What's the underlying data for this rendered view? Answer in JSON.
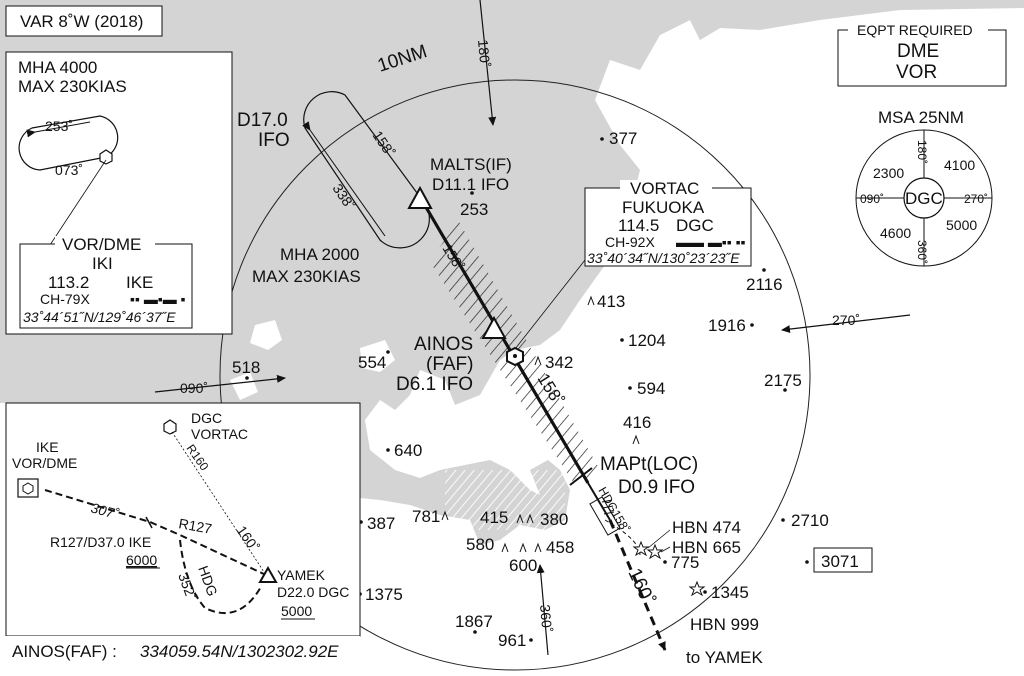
{
  "header": {
    "variation": "VAR 8˚W (2018)",
    "eqpt_title": "EQPT REQUIRED",
    "eqpt_items": [
      "DME",
      "VOR"
    ]
  },
  "msa": {
    "title": "MSA 25NM",
    "center": "DGC",
    "sectors": [
      "2300",
      "4100",
      "4600",
      "5000"
    ],
    "radials": [
      "180˚",
      "090˚",
      "270˚",
      "360˚"
    ]
  },
  "vortac_box": {
    "title": "VORTAC",
    "name": "FUKUOKA",
    "freq": "114.5",
    "ident": "DGC",
    "channel": "CH-92X",
    "coord": "33˚40´34˝N/130˚23´23˝E"
  },
  "vordme_box": {
    "title": "VOR/DME",
    "name": "IKI",
    "freq": "113.2",
    "ident": "IKE",
    "channel": "CH-79X",
    "coord": "33˚44´51˝N/129˚46´37˝E"
  },
  "holding_inset": {
    "mha": "MHA 4000",
    "speed": "MAX 230KIAS",
    "out_course": "253˚",
    "in_course": "073˚"
  },
  "route_inset": {
    "ike_title": "IKE",
    "ike_type": "VOR/DME",
    "dgc_title": "DGC",
    "dgc_type": "VORTAC",
    "r160": "R160",
    "c307": "307˚",
    "r127": "R127",
    "fix_label": "R127/D37.0 IKE",
    "fix_alt": "6000",
    "c160": "160˚",
    "hdg": "HDG",
    "c352": "352˚",
    "yamek": "YAMEK",
    "yamek_dme": "D22.0 DGC",
    "yamek_alt": "5000"
  },
  "main": {
    "ring": "10NM",
    "d17": "D17.0",
    "ifo": "IFO",
    "hold_in": "158˚",
    "hold_out": "338˚",
    "mha": "MHA 2000",
    "speed": "MAX 230KIAS",
    "malts": "MALTS(IF)",
    "malts_dme": "D11.1 IFO",
    "course": "158˚",
    "ainos": "AINOS",
    "faf": "(FAF)",
    "ainos_dme": "D6.1 IFO",
    "mapt": "MAPt(LOC)",
    "mapt_dme": "D0.9 IFO",
    "hdg": "HDG158˚",
    "out": "160˚",
    "to_yamek": "to YAMEK",
    "b180": "180˚",
    "b090": "090˚",
    "b270": "270˚",
    "b360": "360˚",
    "hbn474": "HBN 474",
    "hbn665": "HBN 665",
    "hbn999": "HBN 999",
    "peak3071": "3071"
  },
  "elevations": [
    "377",
    "253",
    "2116",
    "1916",
    "2175",
    "1204",
    "594",
    "416",
    "413",
    "342",
    "554",
    "518",
    "640",
    "387",
    "781",
    "415",
    "380",
    "580",
    "458",
    "600",
    "1375",
    "1867",
    "961",
    "775",
    "1345",
    "2710"
  ],
  "footer": {
    "label": "AINOS(FAF) : ",
    "coord": "334059.54N/1302302.92E"
  }
}
